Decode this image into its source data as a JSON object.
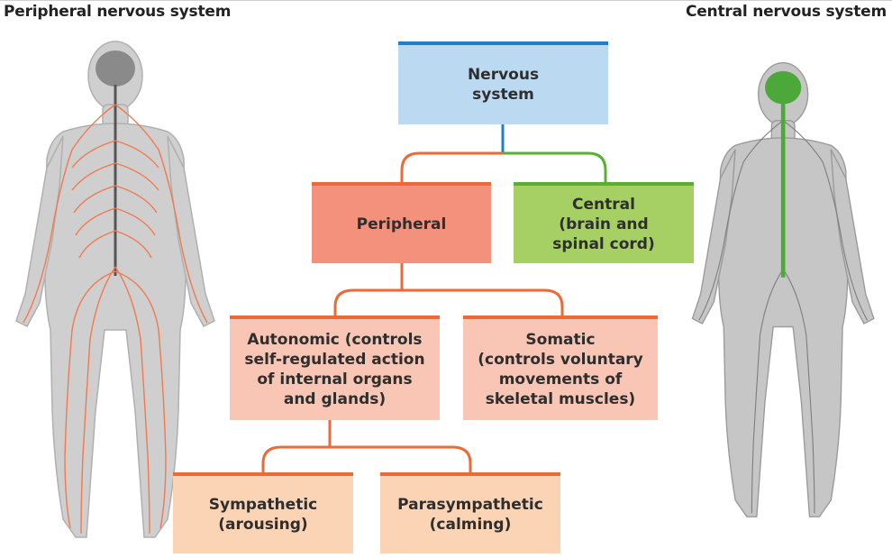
{
  "titles": {
    "left": "Peripheral nervous system",
    "right": "Central nervous system"
  },
  "boxes": {
    "nervous": "Nervous\nsystem",
    "peripheral": "Peripheral",
    "central": "Central\n(brain and\nspinal cord)",
    "autonomic": "Autonomic (controls\nself-regulated action\nof internal organs\nand glands)",
    "somatic": "Somatic\n(controls voluntary\nmovements of\nskeletal muscles)",
    "sympathetic": "Sympathetic\n(arousing)",
    "parasympathetic": "Parasympathetic\n(calming)"
  },
  "colors": {
    "nervous_fill": "#bcd9f2",
    "nervous_accent": "#1e7fcf",
    "peripheral_fill": "#f4917c",
    "peripheral_accent": "#ec6a35",
    "central_fill": "#a6d063",
    "central_accent": "#57b032",
    "subbox_fill": "#f9c6b5",
    "leaf_fill": "#fbd4b5",
    "peripheral_nerves": "#f07a50",
    "central_nerves": "#4ca83a",
    "body_fill": "#c9c9c9"
  },
  "icons": {
    "left_figure": "human-body-peripheral-nerves",
    "right_figure": "human-body-central-nervous-system"
  }
}
